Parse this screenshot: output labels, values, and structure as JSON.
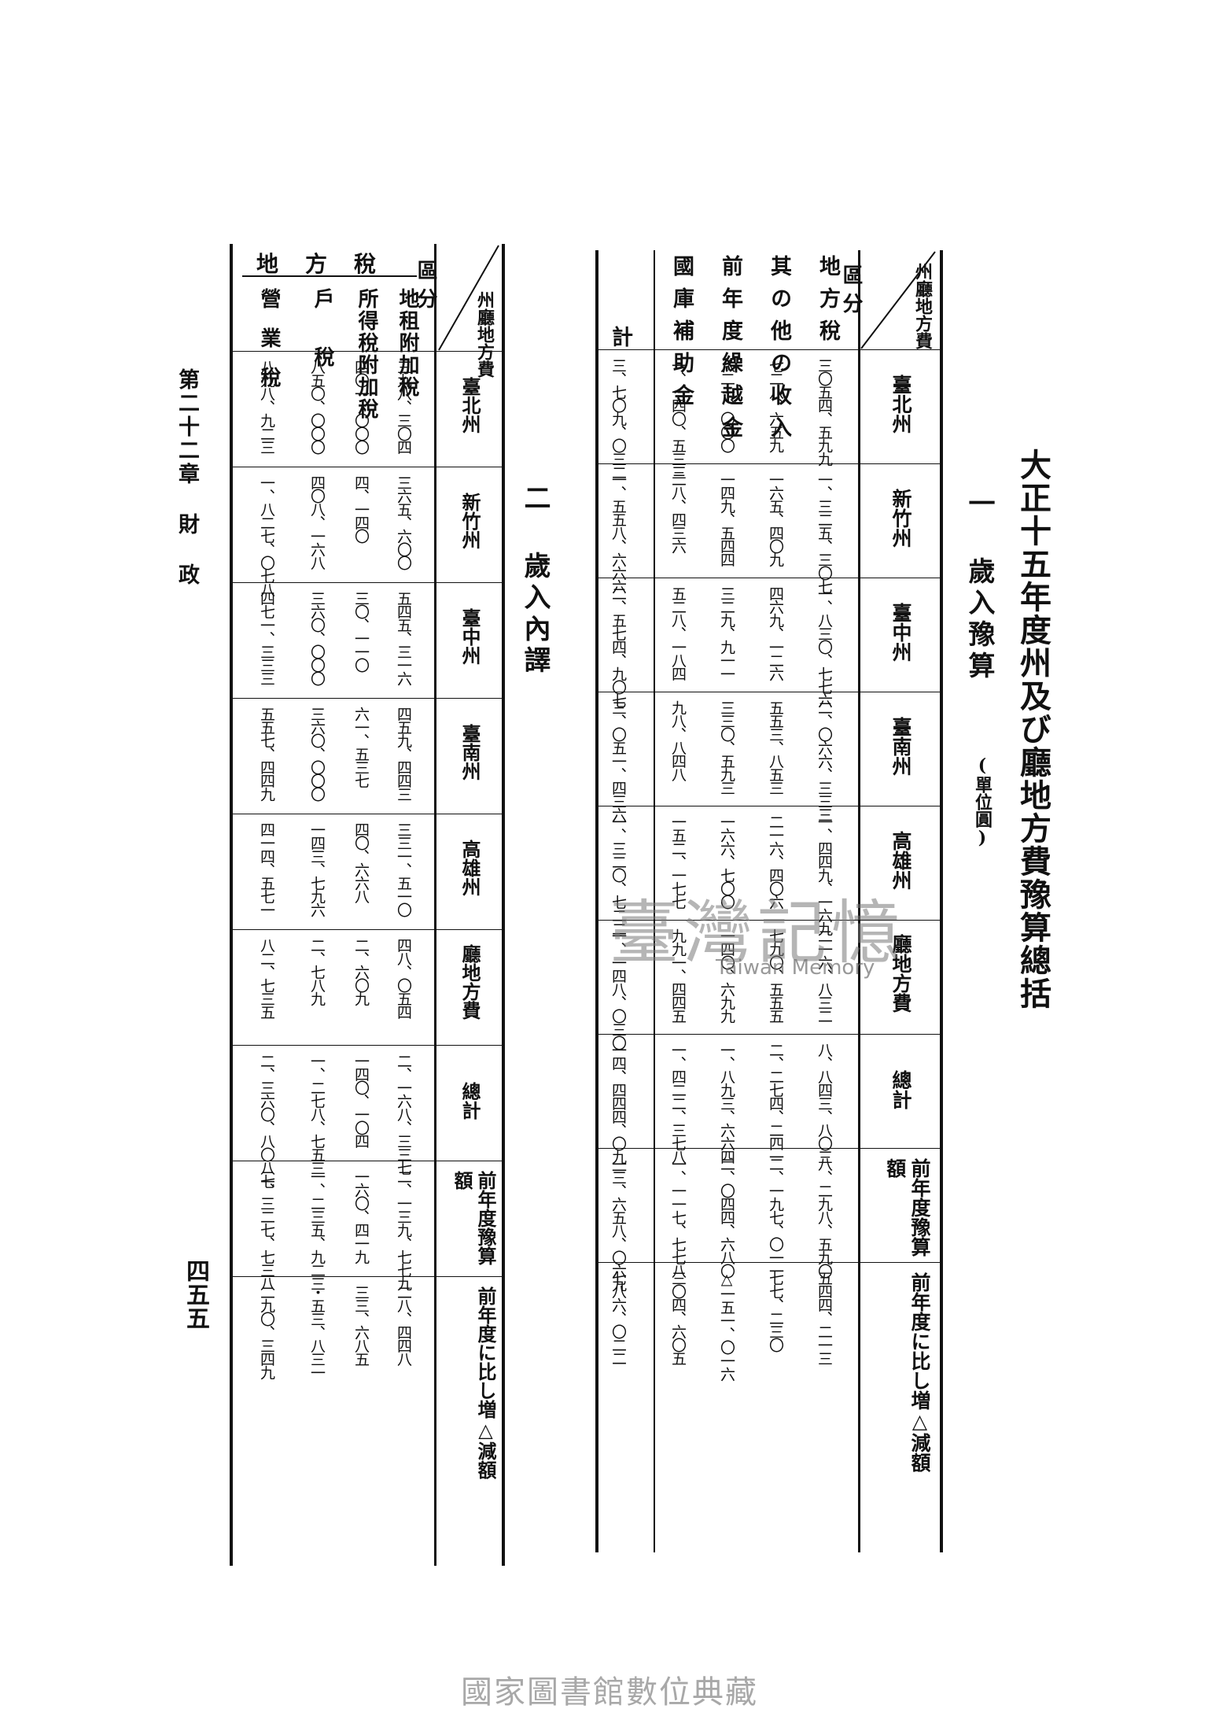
{
  "title": "大正十五年度州及び廳地方費豫算總括",
  "section1": {
    "heading": "一 歲入豫算",
    "unit": "(單位圓)"
  },
  "section2": {
    "heading": "二 歲入內譯"
  },
  "chapter": "第二十二章 財 政",
  "page_number": "四五五",
  "footer": "國家圖書館數位典藏",
  "watermark": {
    "main": "臺灣記憶",
    "sub": "Taiwan Memory"
  },
  "header_corner": {
    "top": "州廳地方費",
    "bottom": "區分"
  },
  "columns": [
    "臺北州",
    "新竹州",
    "臺中州",
    "臺南州",
    "高雄州",
    "廳地方費",
    "總計",
    "前年度豫算額",
    "前年度に比し増△減額"
  ],
  "table1": {
    "rows": [
      {
        "label": "地方稅",
        "values": [
          "三〇五四、五九九",
          "一、三二五、三〇七",
          "一、八三〇、七七六",
          "二、〇六六、三三三",
          "一、四四九、一六九",
          "二一六、八三二",
          "八、八四三、八〇三",
          "八、二九八、五九〇",
          "五四四、二一三"
        ]
      },
      {
        "label": "其の他の收入",
        "values": [
          "七二八、六五九",
          "一六五、四〇九",
          "四六九、一二六",
          "五五三、八五三",
          "二一六、四〇六",
          "七九〇、五五五",
          "二、二七四、二四一",
          "二、一九七、〇一一",
          "七七、二三〇"
        ]
      },
      {
        "label": "前年度繰越金",
        "values": [
          "八二一、〇〇〇",
          "一四九、五四四",
          "三二九、九一一",
          "三三〇、五九三",
          "一六六、七〇〇",
          "一四〇、六九九",
          "一、八九三、六六四",
          "二、〇四四、六八〇",
          "△一五一、〇一六"
        ]
      },
      {
        "label": "國庫補助金",
        "values": [
          "一、一四〇、五三三",
          "二八、四三六",
          "五二八、一八四",
          "九八、八四八",
          "一五二、一七七",
          "九九一、四四五",
          "一、四二二、三七八",
          "一、一一七、七七八",
          "三〇四、六〇五"
        ]
      }
    ],
    "total": {
      "label": "計",
      "values": [
        "三、七〇九、〇三二",
        "一、五五八、六六六",
        "二、五七四、九〇七",
        "三、〇五一、四三六",
        "一、三二〇、七二二",
        "一、一四八、〇三〇",
        "一四、四四四、〇九一",
        "一三、六五八、〇六九",
        "七八六、〇二二"
      ]
    }
  },
  "table2": {
    "group_label": "地方稅",
    "rows": [
      {
        "label": "地租附加稅",
        "values": [
          "三九八、三〇四",
          "三六五、六〇〇",
          "五四五、三一六",
          "四五九、四四三",
          "三三一、五一〇",
          "四八、〇五四",
          "二、一六八、三三七",
          "二、一三九、七七九",
          "二八、四四八"
        ]
      },
      {
        "label": "所得稅附加稅",
        "values": [
          "四〇一、〇〇〇",
          "四、一四〇",
          "三〇、一一〇",
          "六一、五三七",
          "四〇、六六八",
          "二、六〇九",
          "一四〇、一〇四",
          "一六〇、四一九",
          "三三、六八五"
        ]
      },
      {
        "label": "戶稅",
        "values": [
          "八五〇、〇〇〇",
          "四〇八、一六八",
          "三六〇、〇〇〇",
          "三六〇、〇〇〇",
          "一四三、七九六",
          "二、七八九",
          "一、二七八、七五三",
          "一、二三五、九二三",
          "・五三、八三一"
        ]
      },
      {
        "label": "營業稅",
        "values": [
          "八九八、九二三",
          "一、八二七、〇七八",
          "四七一、三三三",
          "五五七、四四九",
          "四一四、五七一",
          "八二、七三五",
          "二、三六〇、八〇八七",
          "二、三二七、七三八",
          "二九〇、三四九"
        ]
      }
    ]
  }
}
